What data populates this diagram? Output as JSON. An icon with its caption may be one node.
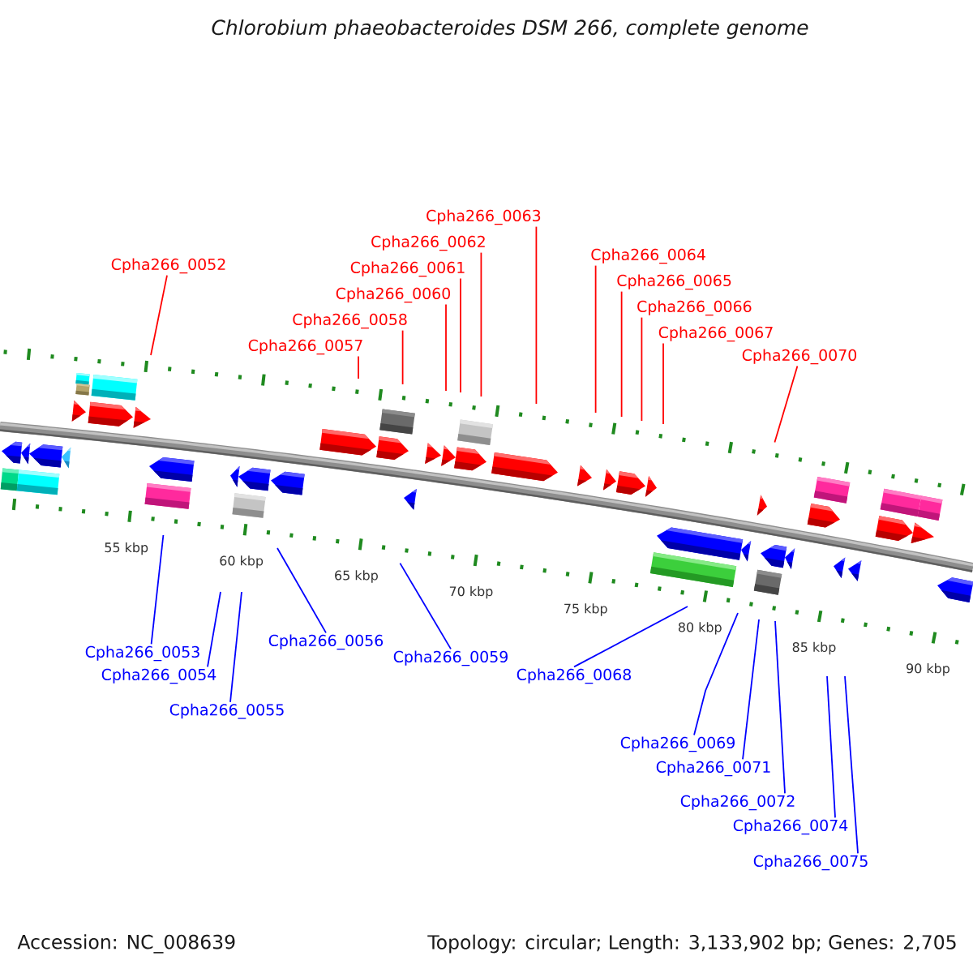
{
  "diagram": {
    "title": "Chlorobium phaeobacteroides DSM 266, complete genome",
    "nodes": [
      {
        "text": [
          "Cpha266_0052"
        ]
      },
      {
        "text": [
          "Cpha266_0053"
        ]
      },
      {
        "text": [
          "Cpha266_0054"
        ]
      },
      {
        "text": [
          "Cpha266_0055"
        ]
      },
      {
        "text": [
          "Cpha266_0056"
        ]
      },
      {
        "text": [
          "Cpha266_0057"
        ]
      },
      {
        "text": [
          "Cpha266_0058"
        ]
      },
      {
        "text": [
          "Cpha266_0059"
        ]
      },
      {
        "text": [
          "Cpha266_0060"
        ]
      },
      {
        "text": [
          "Cpha266_0061"
        ]
      },
      {
        "text": [
          "Cpha266_0062"
        ]
      },
      {
        "text": [
          "Cpha266_0063"
        ]
      },
      {
        "text": [
          "Cpha266_0064"
        ]
      },
      {
        "text": [
          "Cpha266_0065"
        ]
      },
      {
        "text": [
          "Cpha266_0066"
        ]
      },
      {
        "text": [
          "Cpha266_0067"
        ]
      },
      {
        "text": [
          "Cpha266_0068"
        ]
      },
      {
        "text": [
          "Cpha266_0069"
        ]
      },
      {
        "text": [
          "Cpha266_0070"
        ]
      },
      {
        "text": [
          "Cpha266_0071"
        ]
      },
      {
        "text": [
          "Cpha266_0072"
        ]
      },
      {
        "text": [
          "Cpha266_0074"
        ]
      },
      {
        "text": [
          "Cpha266_0075"
        ]
      }
    ],
    "edges": [
      {
        "from": 0,
        "to": null,
        "arrow": "none"
      },
      {
        "from": 1,
        "to": null,
        "arrow": "none",
        "color": "#0000ff"
      },
      {
        "from": 2,
        "to": null,
        "arrow": "none",
        "color": "#0000ff"
      },
      {
        "from": 3,
        "to": null,
        "arrow": "none",
        "color": "#0000ff"
      },
      {
        "from": 4,
        "to": null,
        "arrow": "none",
        "color": "#0000ff"
      },
      {
        "from": 5,
        "to": null,
        "arrow": "none"
      },
      {
        "from": 6,
        "to": null,
        "arrow": "none"
      },
      {
        "from": 7,
        "to": null,
        "arrow": "none",
        "color": "#0000ff"
      },
      {
        "from": 8,
        "to": null,
        "arrow": "none"
      },
      {
        "from": 9,
        "to": null,
        "arrow": "none"
      },
      {
        "from": 10,
        "to": null,
        "arrow": "none"
      },
      {
        "from": 11,
        "to": null,
        "arrow": "none"
      },
      {
        "from": 12,
        "to": null,
        "arrow": "none"
      },
      {
        "from": 13,
        "to": null,
        "arrow": "none"
      },
      {
        "from": 14,
        "to": null,
        "arrow": "none"
      },
      {
        "from": 15,
        "to": null,
        "arrow": "none"
      },
      {
        "from": 16,
        "to": null,
        "arrow": "none",
        "color": "#0000ff"
      },
      {
        "from": 17,
        "to": null,
        "arrow": "none",
        "color": "#0000ff"
      },
      {
        "from": 18,
        "to": null,
        "arrow": "none"
      },
      {
        "from": 19,
        "to": null,
        "arrow": "none",
        "color": "#0000ff"
      },
      {
        "from": 20,
        "to": null,
        "arrow": "none",
        "color": "#0000ff"
      },
      {
        "from": 21,
        "to": null,
        "arrow": "none",
        "color": "#0000ff"
      },
      {
        "from": 22,
        "to": null,
        "arrow": "none",
        "color": "#0000ff"
      }
    ],
    "labels": [
      "55 kbp",
      "60 kbp",
      "65 kbp",
      "70 kbp",
      "75 kbp",
      "80 kbp",
      "85 kbp",
      "90 kbp",
      "Accession: NC_008639",
      "Topology: circular; Length: 3,133,902 bp; Genes: 2,705"
    ]
  }
}
